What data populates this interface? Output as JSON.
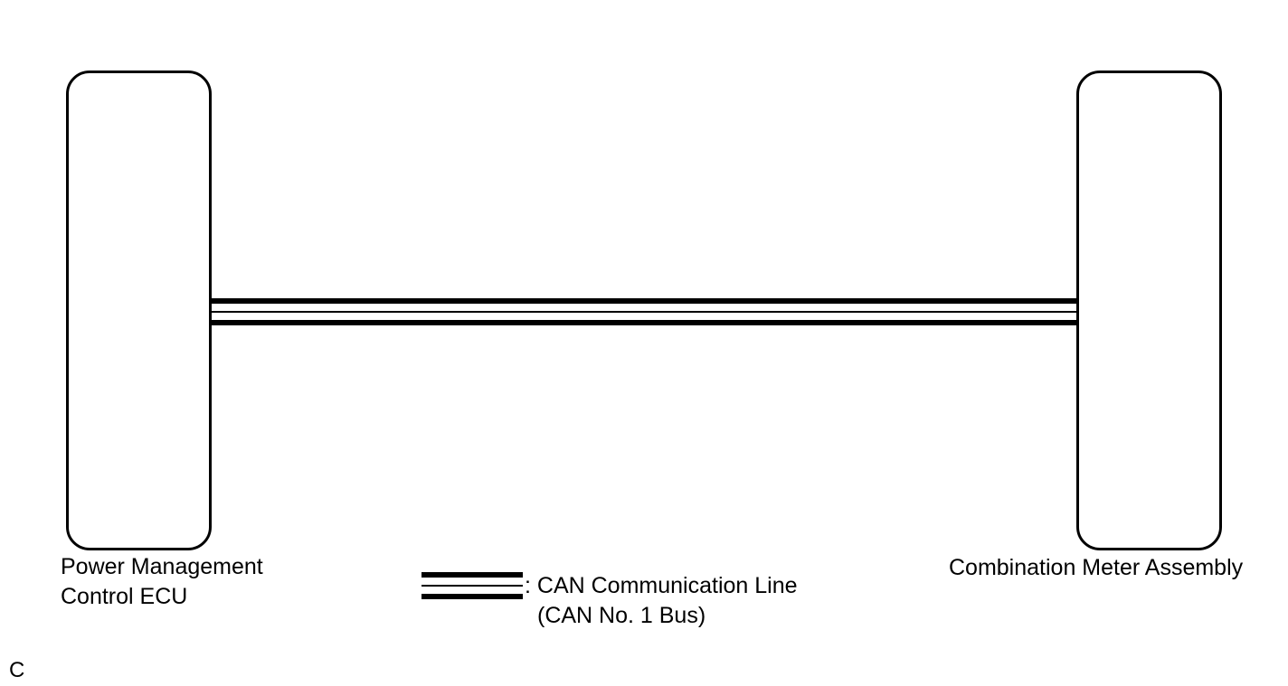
{
  "components": {
    "left": {
      "name_line1": "Power Management",
      "name_line2": "Control ECU"
    },
    "right": {
      "name": "Combination Meter Assembly"
    }
  },
  "legend": {
    "symbol": "can-bus-line-symbol",
    "line1": ": CAN Communication Line",
    "line2": "(CAN No. 1 Bus)"
  },
  "footer": {
    "code": "C"
  },
  "colors": {
    "line": "#000000",
    "background": "#ffffff"
  }
}
